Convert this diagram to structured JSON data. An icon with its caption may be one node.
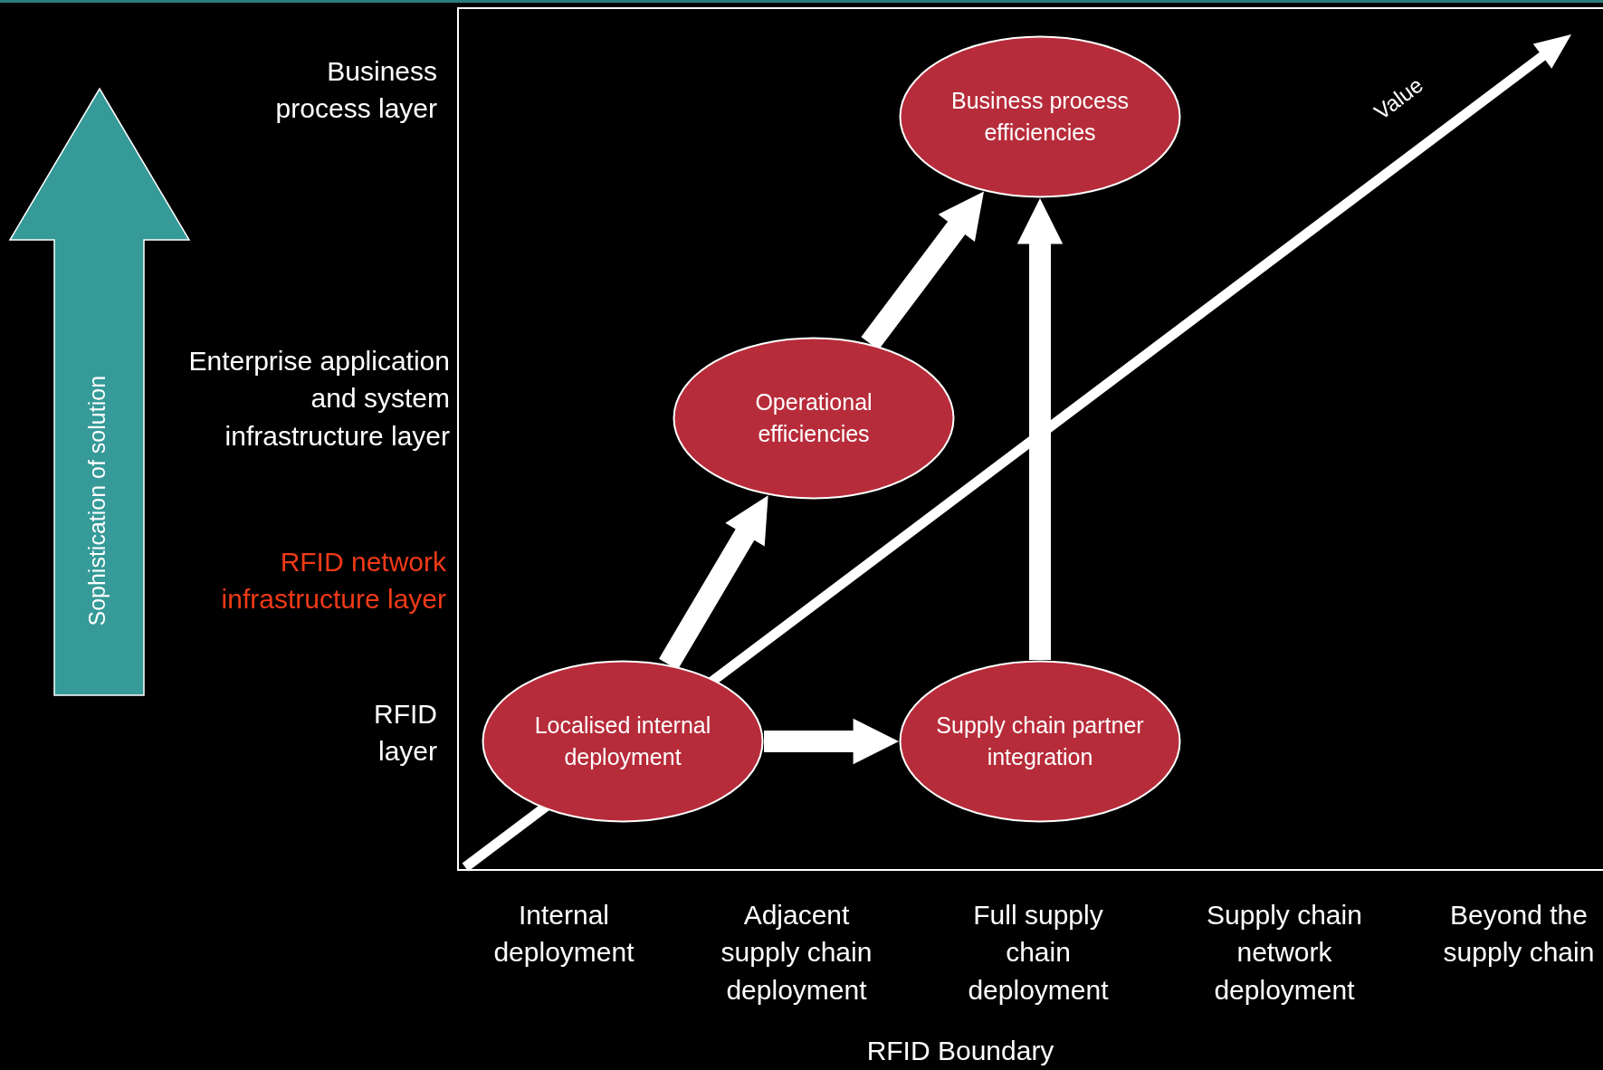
{
  "diagram": {
    "nodes": [
      {
        "text": [
          "Business process efficiencies"
        ]
      },
      {
        "text": [
          "Operational efficiencies"
        ]
      },
      {
        "text": [
          "Localised internal deployment"
        ]
      },
      {
        "text": [
          "Supply chain partner integration"
        ]
      }
    ],
    "edges": [
      {
        "from": 2,
        "to": 1,
        "arrow": "to",
        "style": "thick"
      },
      {
        "from": 2,
        "to": 3,
        "arrow": "to",
        "style": "thick"
      },
      {
        "from": 1,
        "to": 0,
        "arrow": "to",
        "style": "thick"
      },
      {
        "from": 3,
        "to": 0,
        "arrow": "to",
        "style": "thick"
      }
    ],
    "labels": [
      "Business process layer",
      "Enterprise application and system infrastructure layer",
      "RFID network infrastructure layer",
      "RFID layer",
      "Internal deployment",
      "Adjacent supply chain deployment",
      "Full supply chain deployment",
      "Supply chain network deployment",
      "Beyond the supply chain",
      "RFID Boundary",
      "Value",
      "Sophistication of solution"
    ]
  }
}
